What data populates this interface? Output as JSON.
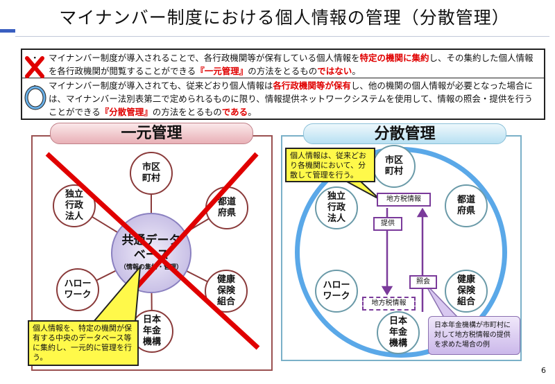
{
  "title": "マイナンバー制度における個人情報の管理（分散管理）",
  "notes": {
    "row1": {
      "icon": "cross-icon",
      "bullet": "・",
      "t1": "マイナンバー制度が導入されることで、各行政機関等が保有している個人情報を",
      "r1": "特定の機関に集約",
      "t2": "し、その集約した個人情報を各行政機関が閲覧することができる",
      "r2": "『一元管理』",
      "t3": "の方法をとるもの",
      "r3": "ではない",
      "t4": "。"
    },
    "row2": {
      "icon": "circle-icon",
      "bullet": "・",
      "t1": "マイナンバー制度が導入されても、従来どおり個人情報は",
      "r1": "各行政機関等が保有",
      "t2": "し、他の機関の個人情報が必要となった場合には、マイナンバー法別表第二で定められるものに限り、情報提供ネットワークシステムを使用して、情報の照会・提供を行うことができる",
      "r2": "『分散管理』",
      "t3": "の方法をとるもの",
      "r3": "である",
      "t4": "。"
    }
  },
  "left": {
    "header": "一元管理",
    "center": {
      "l1": "共通データ",
      "l2": "ベース",
      "l3": "（情報の集約・管理）"
    },
    "nodes": [
      "市区\n町村",
      "独立\n行政\n法人",
      "都道府県",
      "ハロー\nワーク",
      "健康\n保険\n組合",
      "日本\n年金\n機構"
    ],
    "callout": "個人情報を、特定の機関が保有する中央のデータベース等に集約し、一元的に管理を行う。",
    "cross_color": "#e00000"
  },
  "right": {
    "header": "分散管理",
    "nodes": [
      "市区\n町村",
      "独立\n行政\n法人",
      "都道府県",
      "ハロー\nワーク",
      "健康\n保険\n組合",
      "日本\n年金\n機構"
    ],
    "callout": "個人情報は、従来どおり各機関において、分散して管理を行う。",
    "box_source": "地方税情報",
    "box_provide": "提供",
    "box_inquiry": "照会",
    "box_dest": "地方税情報",
    "note": "日本年金機構が市町村に対して地方税情報の提供を求めた場合の例",
    "ring_color": "#5aa8e8"
  },
  "page_number": "6"
}
